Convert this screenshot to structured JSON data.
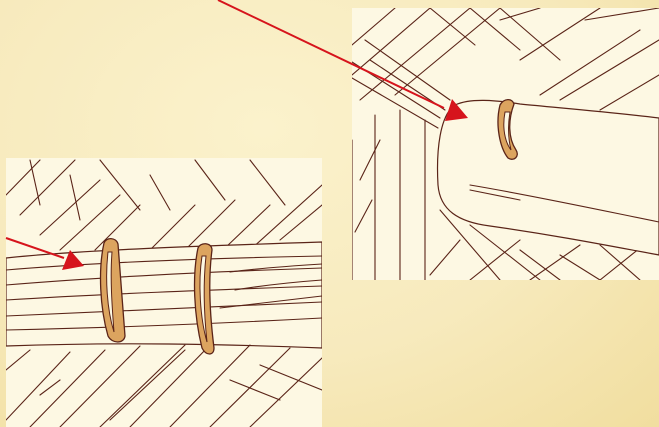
{
  "figure": {
    "panels": [
      {
        "name": "wrapped-bundle-detail",
        "binding_count": 2
      },
      {
        "name": "folded-end-detail",
        "binding_count": 1
      }
    ],
    "colors": {
      "background": "#f7eabd",
      "strand_fill": "#fdf8e3",
      "outline": "#5a2418",
      "binding": "#dca45f",
      "pointer": "#d6141c"
    },
    "pointers": [
      {
        "target": "first-binding-on-bundle"
      },
      {
        "target": "folded-strand-end"
      }
    ]
  }
}
